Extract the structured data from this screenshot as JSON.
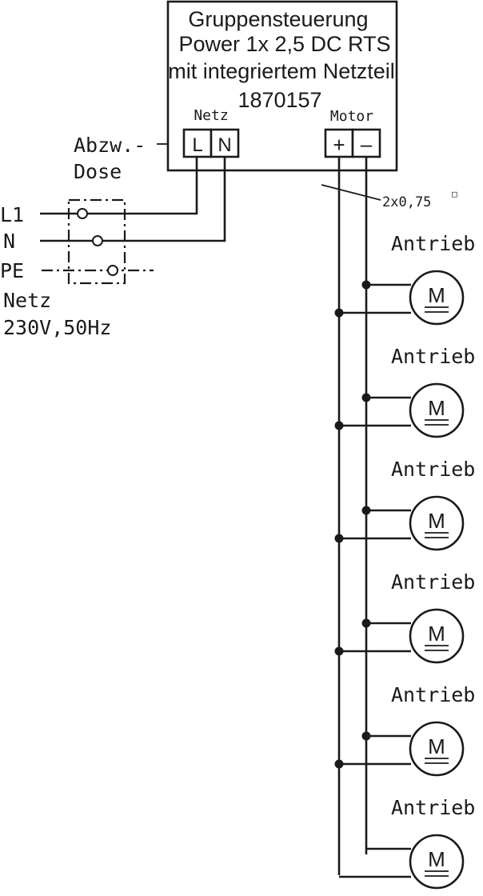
{
  "control_unit": {
    "line1": "Gruppensteuerung",
    "line2": "Power 1x 2,5 DC RTS",
    "line3": "mit integriertem Netzteil",
    "article": "1870157",
    "mains_label": "Netz",
    "motor_label": "Motor",
    "terminals": [
      "L",
      "N",
      "+",
      "–"
    ]
  },
  "cable": "2x0,75",
  "cable_unit_mark": "□",
  "junction_box": {
    "label_line1": "Abzw.-",
    "label_line2": "Dose"
  },
  "mains": {
    "lines": [
      "L1",
      "N",
      "PE"
    ],
    "label_line1": "Netz",
    "label_line2": "230V,50Hz"
  },
  "drives": [
    {
      "label": "Antrieb",
      "symbol": "M"
    },
    {
      "label": "Antrieb",
      "symbol": "M"
    },
    {
      "label": "Antrieb",
      "symbol": "M"
    },
    {
      "label": "Antrieb",
      "symbol": "M"
    },
    {
      "label": "Antrieb",
      "symbol": "M"
    },
    {
      "label": "Antrieb",
      "symbol": "M"
    }
  ]
}
